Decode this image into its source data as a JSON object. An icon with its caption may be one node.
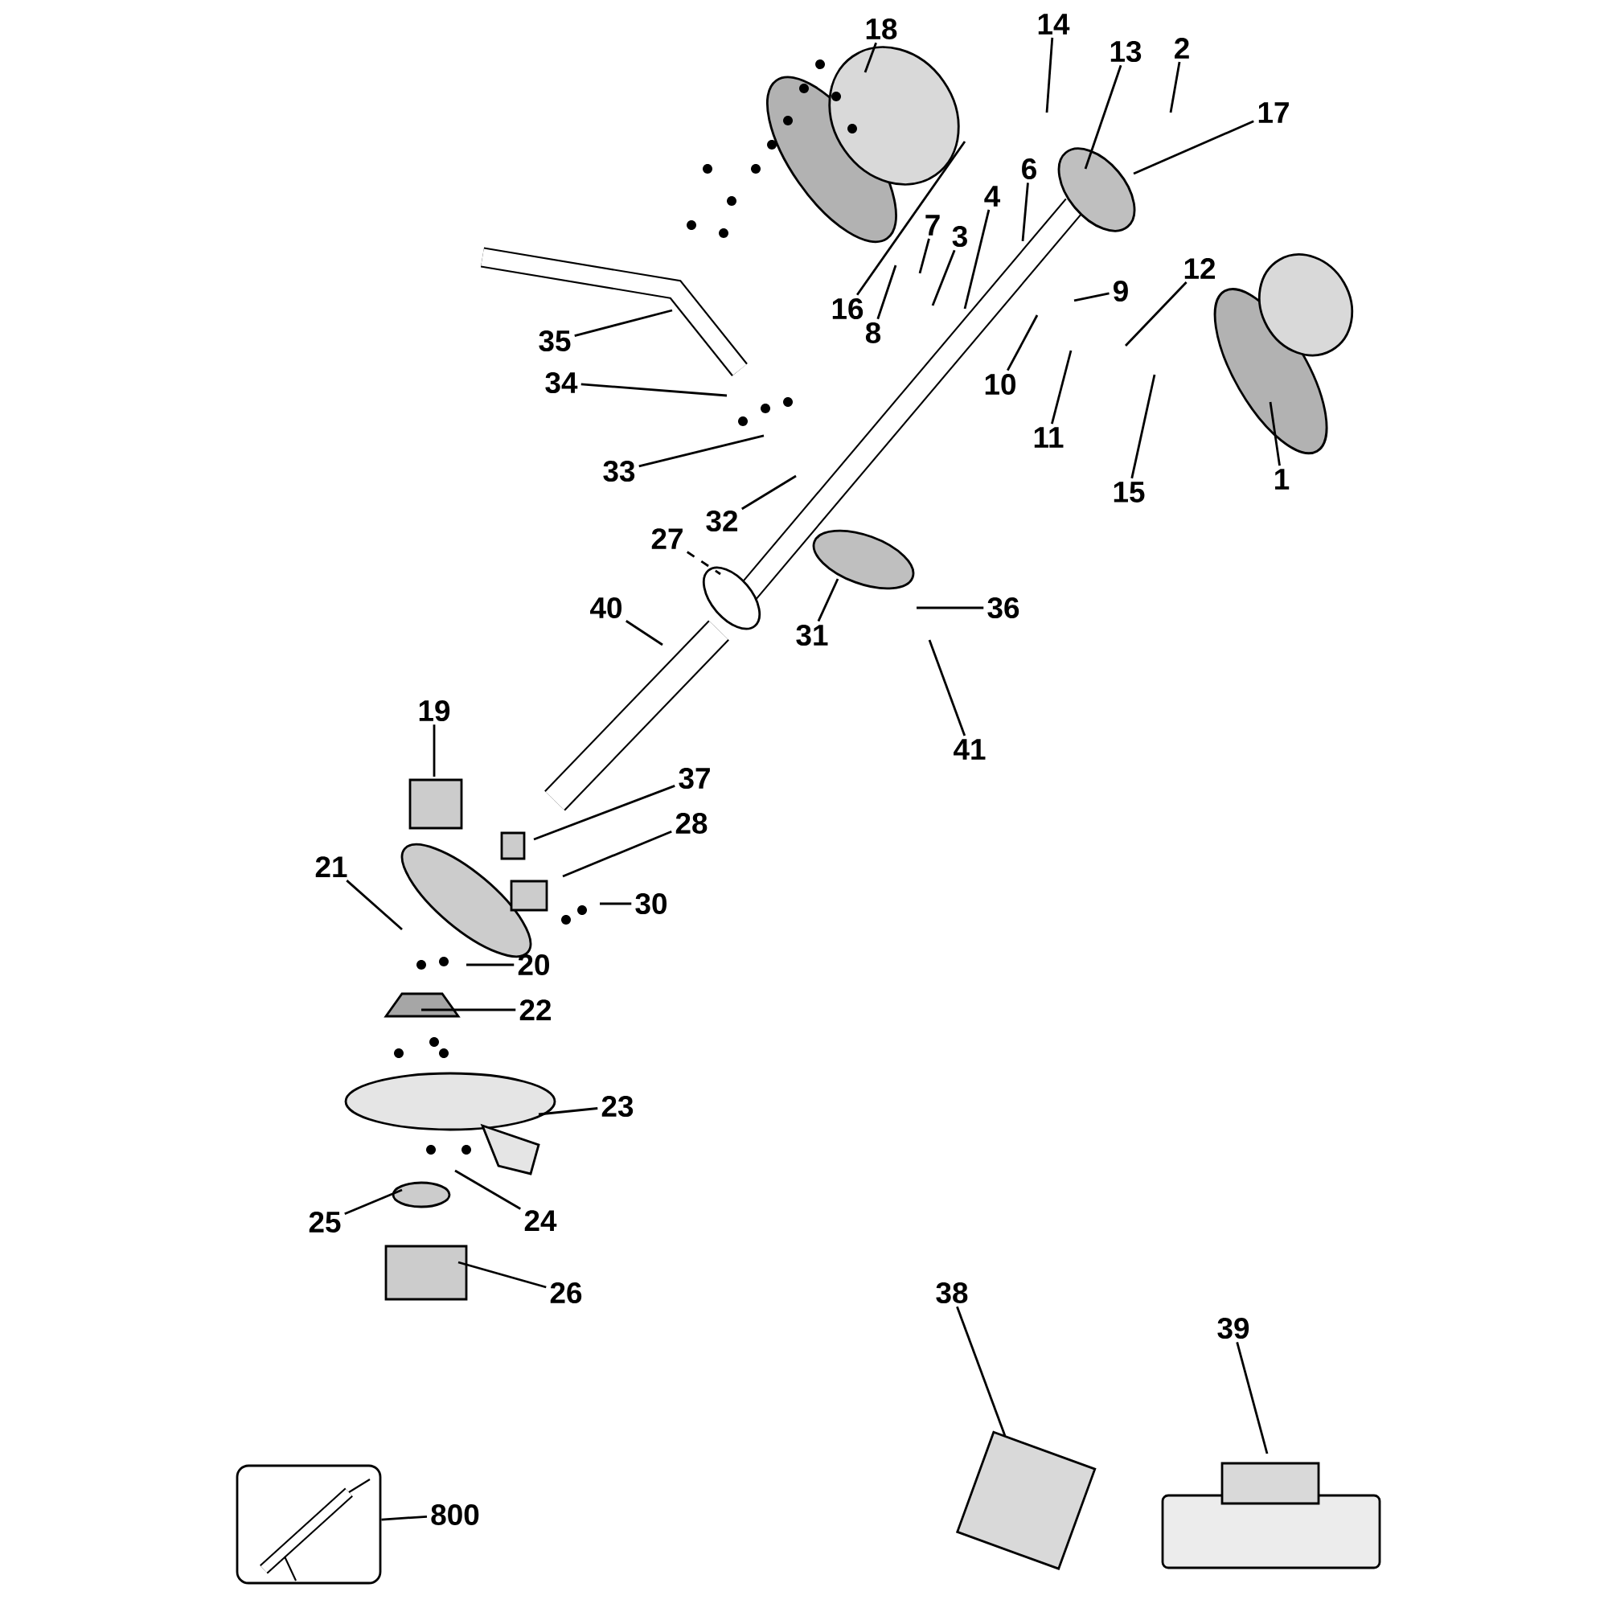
{
  "diagram": {
    "nodes": [
      {
        "text": [
          "18"
        ]
      },
      {
        "text": [
          "14"
        ]
      },
      {
        "text": [
          "13"
        ]
      },
      {
        "text": [
          "2"
        ]
      },
      {
        "text": [
          "17"
        ]
      },
      {
        "text": [
          "6"
        ]
      },
      {
        "text": [
          "4"
        ]
      },
      {
        "text": [
          "7"
        ]
      },
      {
        "text": [
          "3"
        ]
      },
      {
        "text": [
          "16"
        ]
      },
      {
        "text": [
          "8"
        ]
      },
      {
        "text": [
          "9"
        ]
      },
      {
        "text": [
          "12"
        ]
      },
      {
        "text": [
          "35"
        ]
      },
      {
        "text": [
          "10"
        ]
      },
      {
        "text": [
          "11"
        ]
      },
      {
        "text": [
          "34"
        ]
      },
      {
        "text": [
          "15"
        ]
      },
      {
        "text": [
          "1"
        ]
      },
      {
        "text": [
          "33"
        ]
      },
      {
        "text": [
          "32"
        ]
      },
      {
        "text": [
          "27"
        ]
      },
      {
        "text": [
          "40"
        ]
      },
      {
        "text": [
          "36"
        ]
      },
      {
        "text": [
          "31"
        ]
      },
      {
        "text": [
          "19"
        ]
      },
      {
        "text": [
          "41"
        ]
      },
      {
        "text": [
          "37"
        ]
      },
      {
        "text": [
          "28"
        ]
      },
      {
        "text": [
          "21"
        ]
      },
      {
        "text": [
          "30"
        ]
      },
      {
        "text": [
          "20"
        ]
      },
      {
        "text": [
          "22"
        ]
      },
      {
        "text": [
          "23"
        ]
      },
      {
        "text": [
          "24"
        ]
      },
      {
        "text": [
          "25"
        ]
      },
      {
        "text": [
          "26"
        ]
      },
      {
        "text": [
          "38"
        ]
      },
      {
        "text": [
          "39"
        ]
      },
      {
        "text": [
          "800"
        ]
      },
      {
        "text": [],
        "shape": "picture"
      }
    ],
    "edges": [
      {
        "from": 0,
        "to": null,
        "arrow": "none"
      },
      {
        "from": 1,
        "to": null,
        "arrow": "none"
      },
      {
        "from": 2,
        "to": null,
        "arrow": "none"
      },
      {
        "from": 3,
        "to": null,
        "arrow": "none"
      },
      {
        "from": 4,
        "to": null,
        "arrow": "none"
      },
      {
        "from": 5,
        "to": null,
        "arrow": "none"
      },
      {
        "from": 6,
        "to": null,
        "arrow": "none"
      },
      {
        "from": 7,
        "to": null,
        "arrow": "none"
      },
      {
        "from": 8,
        "to": null,
        "arrow": "none"
      },
      {
        "from": 9,
        "to": null,
        "arrow": "none"
      },
      {
        "from": 10,
        "to": null,
        "arrow": "none"
      },
      {
        "from": 11,
        "to": null,
        "arrow": "none"
      },
      {
        "from": 12,
        "to": null,
        "arrow": "none"
      },
      {
        "from": 13,
        "to": null,
        "arrow": "none"
      },
      {
        "from": 14,
        "to": null,
        "arrow": "none"
      },
      {
        "from": 15,
        "to": null,
        "arrow": "none"
      },
      {
        "from": 16,
        "to": null,
        "arrow": "none"
      },
      {
        "from": 17,
        "to": null,
        "arrow": "none"
      },
      {
        "from": 18,
        "to": null,
        "arrow": "none"
      },
      {
        "from": 19,
        "to": null,
        "arrow": "none"
      },
      {
        "from": 20,
        "to": null,
        "arrow": "none"
      },
      {
        "from": 21,
        "to": null,
        "arrow": "none",
        "style": "dashed"
      },
      {
        "from": 22,
        "to": null,
        "arrow": "none"
      },
      {
        "from": 23,
        "to": null,
        "arrow": "none"
      },
      {
        "from": 24,
        "to": null,
        "arrow": "none"
      },
      {
        "from": 25,
        "to": null,
        "arrow": "none"
      },
      {
        "from": 26,
        "to": null,
        "arrow": "none"
      },
      {
        "from": 27,
        "to": null,
        "arrow": "none"
      },
      {
        "from": 28,
        "to": null,
        "arrow": "none"
      },
      {
        "from": 29,
        "to": null,
        "arrow": "none"
      },
      {
        "from": 30,
        "to": null,
        "arrow": "none"
      },
      {
        "from": 31,
        "to": null,
        "arrow": "none"
      },
      {
        "from": 32,
        "to": null,
        "arrow": "none"
      },
      {
        "from": 33,
        "to": null,
        "arrow": "none"
      },
      {
        "from": 34,
        "to": null,
        "arrow": "none"
      },
      {
        "from": 35,
        "to": null,
        "arrow": "none"
      },
      {
        "from": 36,
        "to": null,
        "arrow": "none"
      },
      {
        "from": 37,
        "to": null,
        "arrow": "none"
      },
      {
        "from": 38,
        "to": null,
        "arrow": "none"
      },
      {
        "from": 39,
        "to": 40,
        "arrow": "none"
      }
    ]
  }
}
